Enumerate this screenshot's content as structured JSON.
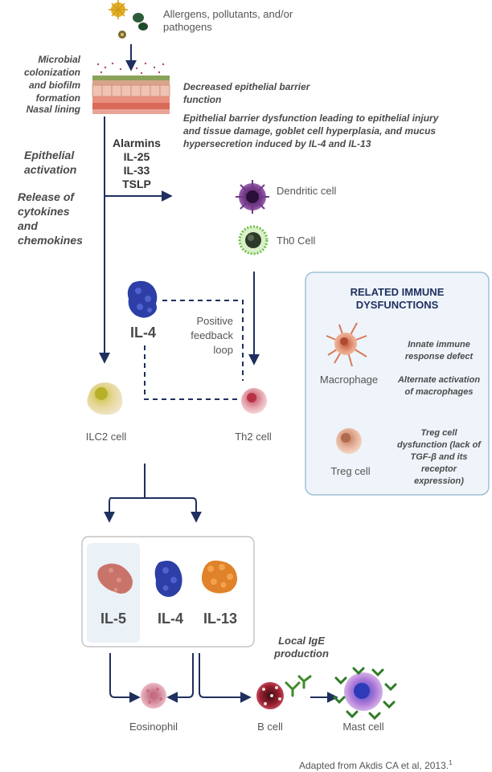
{
  "labels": {
    "allergens": "Allergens, pollutants, and/or pathogens",
    "microbial": "Microbial colonization and biofilm formation",
    "nasal_lining": "Nasal lining",
    "decreased_barrier": "Decreased epithelial barrier function",
    "barrier_dysfunction": "Epithelial barrier dysfunction leading to epithelial injury and tissue damage, goblet cell hyperplasia, and mucus hypersecretion induced by IL-4 and IL-13",
    "epithelial_activation": "Epithelial activation",
    "release_cytokines": "Release of cytokines and chemokines",
    "alarmins": [
      "Alarmins",
      "IL-25",
      "IL-33",
      "TSLP"
    ],
    "dendritic_cell": "Dendritic cell",
    "th0_cell": "Th0 Cell",
    "il4_top": "IL-4",
    "feedback_loop": "Positive feedback loop",
    "ilc2_cell": "ILC2 cell",
    "th2_cell": "Th2 cell",
    "il5": "IL-5",
    "il4_box": "IL-4",
    "il13": "IL-13",
    "local_ige": "Local IgE production",
    "eosinophil": "Eosinophil",
    "b_cell": "B cell",
    "mast_cell": "Mast cell",
    "credit": "Adapted from Akdis CA et al, 2013.",
    "credit_ref": "1"
  },
  "panel": {
    "title": "RELATED IMMUNE DYSFUNCTIONS",
    "macrophage": "Macrophage",
    "innate": "Innate immune response defect",
    "alternate": "Alternate activation of macrophages",
    "treg_cell": "Treg cell",
    "treg_dysfunction": "Treg cell dysfunction (lack of TGF-β and its receptor expression)"
  },
  "colors": {
    "arrow": "#1f2f5f",
    "panel_bg": "#eef4f9",
    "panel_border": "#9fc2d6",
    "il4_protein": "#2d3fa6",
    "il5_protein": "#c9746a",
    "il13_protein": "#e0822a"
  }
}
